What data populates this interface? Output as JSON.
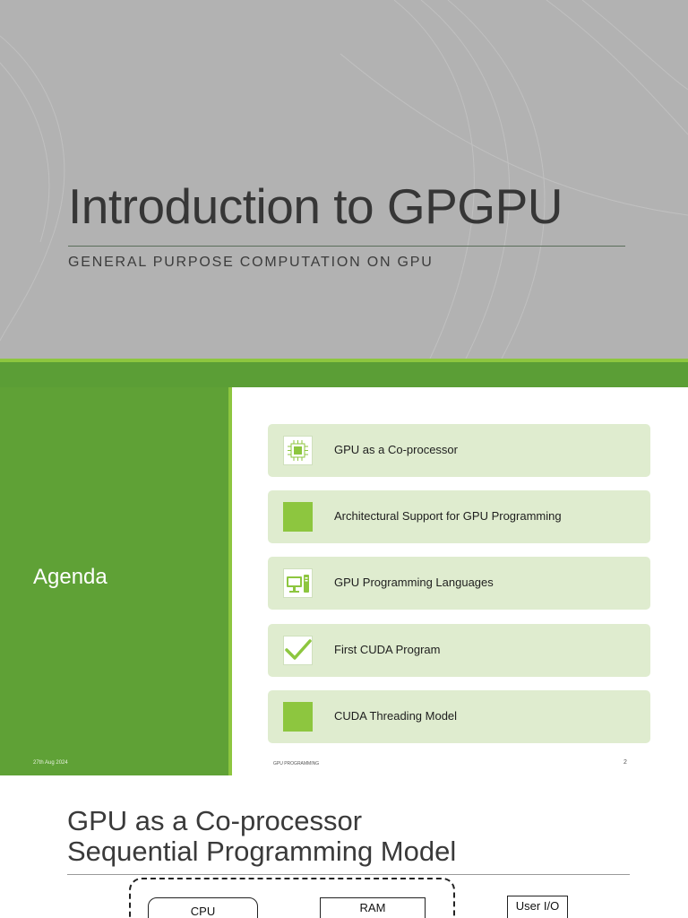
{
  "colors": {
    "title_slide_background": "#b2b2b2",
    "accent_green": "#5fa136",
    "accent_light_green": "#8dc63f",
    "agenda_item_background": "#dfeccf"
  },
  "slide1": {
    "title": "Introduction to GPGPU",
    "subtitle": "GENERAL PURPOSE COMPUTATION ON GPU"
  },
  "slide2": {
    "heading": "Agenda",
    "date": "27th Aug 2024",
    "footer": "GPU PROGRAMMING",
    "page_number": "2",
    "items": [
      {
        "label": "GPU as a Co-processor",
        "icon": "processor-chip-icon"
      },
      {
        "label": "Architectural Support for GPU Programming",
        "icon": "green-square-icon"
      },
      {
        "label": "GPU Programming Languages",
        "icon": "computer-icon"
      },
      {
        "label": "First CUDA Program",
        "icon": "checkmark-icon"
      },
      {
        "label": "CUDA Threading Model",
        "icon": "green-square-icon"
      }
    ]
  },
  "slide3": {
    "title_line1": "GPU as a Co-processor",
    "title_line2": "Sequential Programming Model",
    "diagram": {
      "cpu_label": "CPU",
      "ram_label": "RAM",
      "io_label": "User I/O"
    }
  }
}
